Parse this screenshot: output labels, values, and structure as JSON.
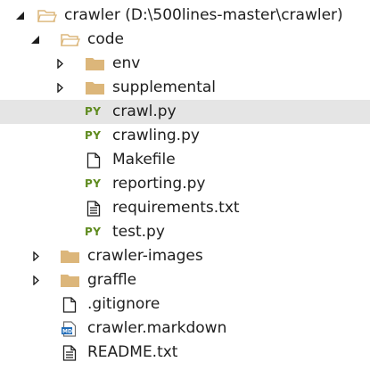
{
  "root": {
    "label": "crawler (D:\\500lines-master\\crawler)"
  },
  "items": [
    {
      "label": "code"
    },
    {
      "label": "env"
    },
    {
      "label": "supplemental"
    },
    {
      "label": "crawl.py",
      "icon": "PY"
    },
    {
      "label": "crawling.py",
      "icon": "PY"
    },
    {
      "label": "Makefile"
    },
    {
      "label": "reporting.py",
      "icon": "PY"
    },
    {
      "label": "requirements.txt"
    },
    {
      "label": "test.py",
      "icon": "PY"
    },
    {
      "label": "crawler-images"
    },
    {
      "label": "graffle"
    },
    {
      "label": ".gitignore"
    },
    {
      "label": "crawler.markdown",
      "icon": "MD"
    },
    {
      "label": "README.txt"
    }
  ],
  "colors": {
    "folder": "#dcb67a",
    "python_icon": "#5f8b1f",
    "selected_row": "#e5e5e5",
    "markdown_icon": "#1e6bb8"
  }
}
